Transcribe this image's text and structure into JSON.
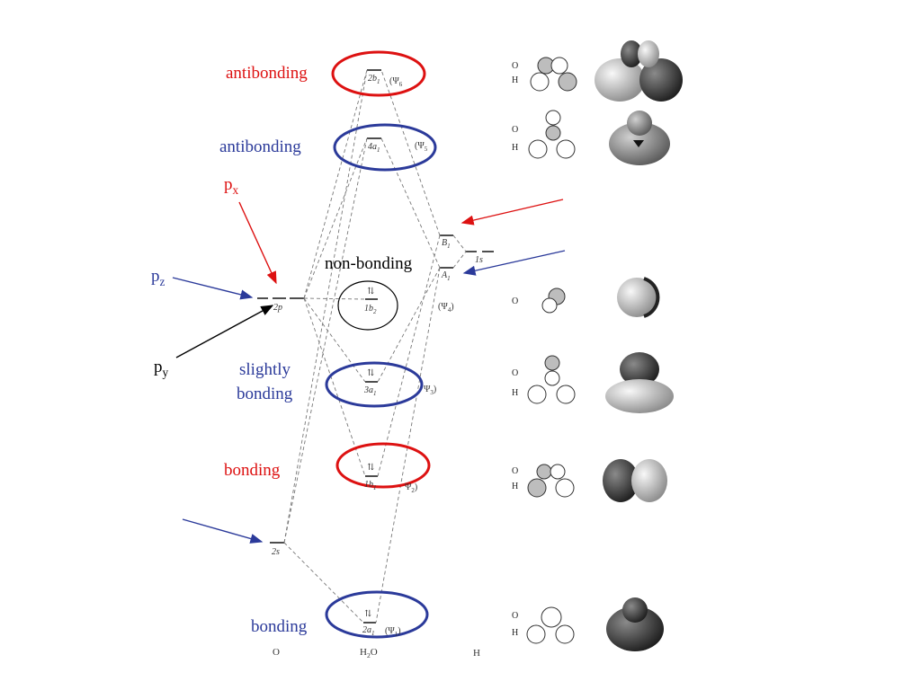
{
  "labels": {
    "antibonding_top": "antibonding",
    "antibonding_mid": "antibonding",
    "px": "p",
    "px_sub": "x",
    "pz": "p",
    "pz_sub": "z",
    "py": "p",
    "py_sub": "y",
    "nonbonding": "non-bonding",
    "slightly_line1": "slightly",
    "slightly_line2": "bonding",
    "bonding_red": "bonding",
    "bonding_blue": "bonding"
  },
  "levels": {
    "o_2p": "2p",
    "o_2s": "2s",
    "h_1s": "1s",
    "b1": "B",
    "b1_sub": "1",
    "a1": "A",
    "a1_sub": "1",
    "mo_2b1": "2b",
    "mo_2b1_sub": "1",
    "mo_4a1": "4a",
    "mo_4a1_sub": "1",
    "mo_1b2": "1b",
    "mo_1b2_sub": "2",
    "mo_3a1": "3a",
    "mo_3a1_sub": "1",
    "mo_1b1": "1b",
    "mo_1b1_sub": "1",
    "mo_2a1": "2a",
    "mo_2a1_sub": "1"
  },
  "psi": {
    "psi6": "(Ψ",
    "psi6_sub": "6",
    "psi5": "(Ψ",
    "psi5_sub": "5",
    "psi4": "(Ψ",
    "psi4_sub": "4",
    "psi3": "Ψ",
    "psi3_sub": "3",
    "psi2": "Ψ",
    "psi2_sub": "2",
    "psi1": "(Ψ",
    "psi1_sub": "1"
  },
  "electrons": "⇅",
  "axis": {
    "o": "O",
    "h2o": "H",
    "h2o_sub": "2",
    "h2o_tail": "O",
    "h": "H"
  },
  "atoms": {
    "o": "O",
    "h": "H"
  },
  "colors": {
    "red": "#dd1111",
    "blue": "#2b3a9a",
    "dash": "#777777"
  }
}
